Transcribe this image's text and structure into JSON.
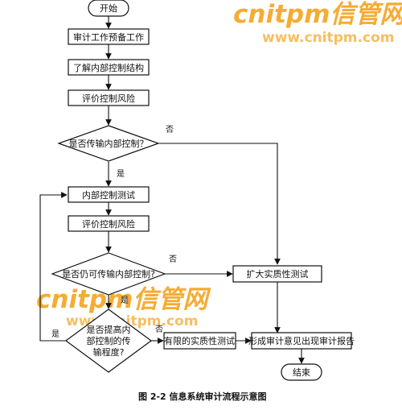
{
  "diagram": {
    "nodes": {
      "start": "开始",
      "prep": "审计工作预备工作",
      "understand": "了解内部控制结构",
      "assess1": "评价控制风险",
      "decision1": "是否传输内部控制？",
      "test_controls": "内部控制测试",
      "assess2": "评价控制风险",
      "decision2": "是否仍可传输内部控制?",
      "decision3": [
        "是否提高内",
        "部控制的传",
        "输程度?"
      ],
      "expand_test": "扩大实质性测试",
      "limited_test": "有限的实质性测试",
      "report": "形成审计意见出现审计报告",
      "end": "结束"
    },
    "edge_labels": {
      "d1_no": "否",
      "d1_yes": "是",
      "d2_no": "否",
      "d2_yes": "是",
      "d3_no": "否",
      "d3_yes": "是"
    },
    "caption": "图 2-2    信息系统审计流程示意图"
  },
  "watermarks": {
    "brand_top": "cnitpm信管网",
    "url_top": "www.cnitpm.com",
    "brand_mid": "cnitpm信管网",
    "url_mid": "www.cnitpm.com"
  }
}
